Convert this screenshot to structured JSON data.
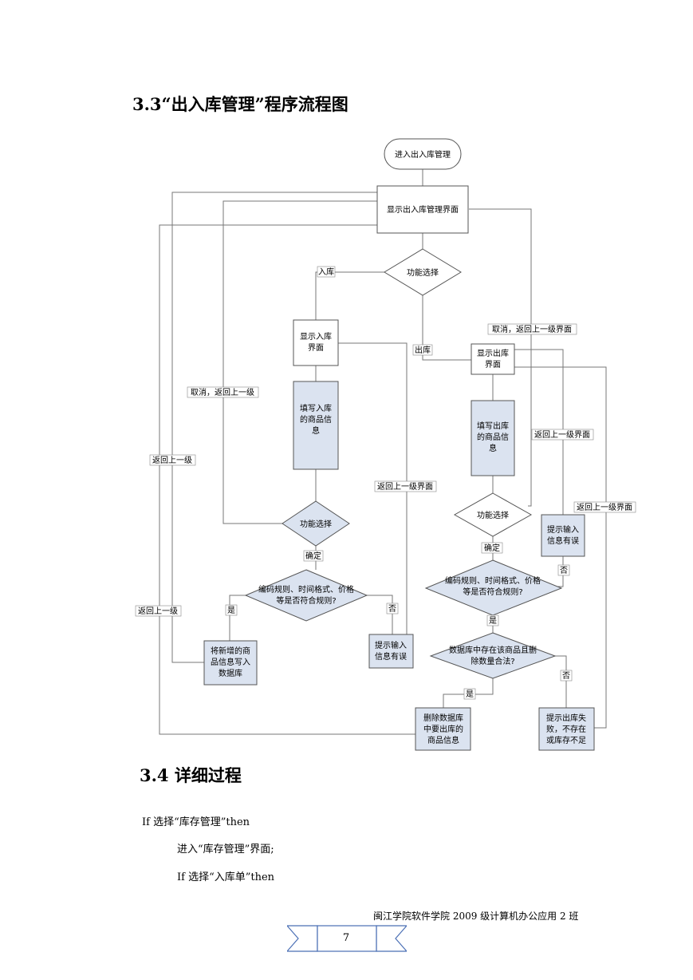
{
  "heading": "3.3“出入库管理”程序流程图",
  "section": "3.4 详细过程",
  "flow": {
    "start": "进入出入库管理",
    "main_screen": "显示出入库管理界面",
    "choice_top": "功能选择",
    "label_in": "入库",
    "label_out": "出库",
    "in_screen": [
      "显示入库",
      "界面"
    ],
    "in_fill": [
      "填写入库",
      "的商品信",
      "息"
    ],
    "in_choice": "功能选择",
    "in_confirm": "确定",
    "in_check": [
      "编码规则、时间格式、价格",
      "等是否符合规则?"
    ],
    "in_yes": "是",
    "in_no": "否",
    "in_write": [
      "将新增的商",
      "品信息写入",
      "数据库"
    ],
    "in_error": [
      "提示输入",
      "信息有误"
    ],
    "cancel_back_left": "取消，返回上一级",
    "back_left": "返回上一级",
    "back_left_low": "返回上一级",
    "back_prev_screen_mid": "返回上一级界面",
    "cancel_back_right": "取消，返回上一级界面",
    "out_screen": [
      "显示出库",
      "界面"
    ],
    "out_fill": [
      "填写出库",
      "的商品信",
      "息"
    ],
    "back_prev_screen_right1": "返回上一级界面",
    "back_prev_screen_right2": "返回上一级界面",
    "out_choice": "功能选择",
    "out_confirm": "确定",
    "out_error": [
      "提示输入",
      "信息有误"
    ],
    "out_check": [
      "编码规则、时间格式、价格",
      "等是否符合规则?"
    ],
    "out_no": "否",
    "out_yes": "是",
    "out_db_check": [
      "数据库中存在该商品且删",
      "除数量合法?"
    ],
    "out_db_yes": "是",
    "out_db_no": "否",
    "out_delete": [
      "删除数据库",
      "中要出库的",
      "商品信息"
    ],
    "out_fail": [
      "提示出库失",
      "败，不存在",
      "或库存不足"
    ]
  },
  "code_lines": [
    "If  选择“库存管理”then",
    "进入“库存管理”界面;",
    "If  选择“入库单”then"
  ],
  "footer": "闽江学院软件学院 2009 级计算机办公应用 2 班",
  "page_number": "7"
}
